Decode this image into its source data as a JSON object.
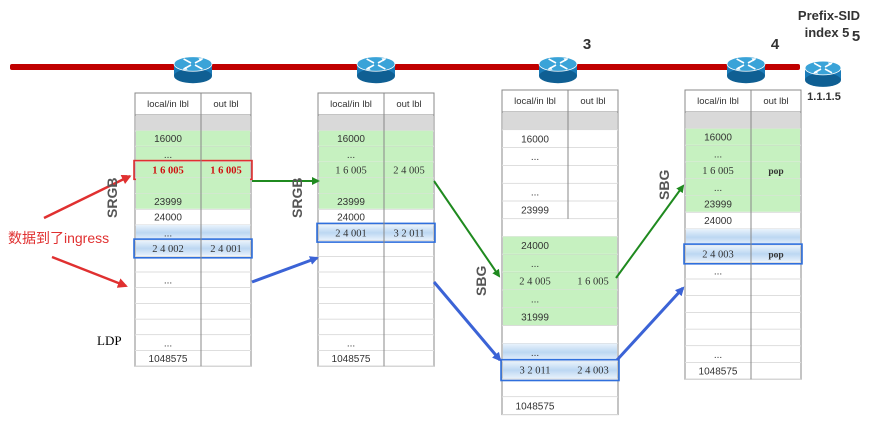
{
  "colors": {
    "link": "#c00000",
    "router_body": "#1a7bb8",
    "router_top": "#3aa3d8",
    "sr_band": "#c6f1c0",
    "grey_band": "#d9d9d9",
    "highlight_blue": "#cfe3f7",
    "red_box": "#e03030",
    "blue_box": "#2f6fdd",
    "green_arrow": "#1f8a1f",
    "blue_arrow": "#3b63d6",
    "red_arrow": "#e03030"
  },
  "header": {
    "col_in": "local/in lbl",
    "col_out": "out lbl"
  },
  "labels": {
    "srgb": "SRGB",
    "sbg": "SBG",
    "ldp": "LDP",
    "ingress_note": "数据到了ingress",
    "prefix_sid_line1": "Prefix-SID",
    "prefix_sid_line2": "index 5",
    "node_id": "1.1.1.5"
  },
  "routers": [
    {
      "id": "r1",
      "label": ""
    },
    {
      "id": "r2",
      "label": ""
    },
    {
      "id": "r3",
      "label": "3"
    },
    {
      "id": "r4",
      "label": "4"
    },
    {
      "id": "r5",
      "label": "5"
    }
  ],
  "tables": [
    {
      "band_label": "srgb",
      "rows": [
        {
          "in": "",
          "out": "",
          "band": "grey"
        },
        {
          "in": "16000",
          "out": "",
          "band": "sr"
        },
        {
          "in": "...",
          "out": "",
          "band": "sr"
        },
        {
          "in": "1 6 005",
          "out": "1 6 005",
          "band": "sr",
          "emph": "red",
          "box": "red"
        },
        {
          "in": "",
          "out": "",
          "band": "sr"
        },
        {
          "in": "23999",
          "out": "",
          "band": "sr"
        },
        {
          "in": "24000",
          "out": "",
          "band": "none"
        },
        {
          "in": "...",
          "out": "",
          "band": "blue"
        },
        {
          "in": "2 4 002",
          "out": "2 4 001",
          "band": "blue",
          "box": "blue"
        },
        {
          "in": "",
          "out": "",
          "band": "none"
        },
        {
          "in": "...",
          "out": "",
          "band": "none"
        },
        {
          "in": "",
          "out": "",
          "band": "none"
        },
        {
          "in": "",
          "out": "",
          "band": "none"
        },
        {
          "in": "",
          "out": "",
          "band": "none"
        },
        {
          "in": "...",
          "out": "",
          "band": "none"
        },
        {
          "in": "1048575",
          "out": "",
          "band": "none"
        }
      ]
    },
    {
      "band_label": "srgb",
      "rows": [
        {
          "in": "",
          "out": "",
          "band": "grey"
        },
        {
          "in": "16000",
          "out": "",
          "band": "sr"
        },
        {
          "in": "...",
          "out": "",
          "band": "sr"
        },
        {
          "in": "1 6 005",
          "out": "2 4 005",
          "band": "sr"
        },
        {
          "in": "",
          "out": "",
          "band": "sr"
        },
        {
          "in": "23999",
          "out": "",
          "band": "sr"
        },
        {
          "in": "24000",
          "out": "",
          "band": "none"
        },
        {
          "in": "2 4 001",
          "out": "3 2 011",
          "band": "blue",
          "box": "blue"
        },
        {
          "in": "",
          "out": "",
          "band": "none"
        },
        {
          "in": "",
          "out": "",
          "band": "none"
        },
        {
          "in": "",
          "out": "",
          "band": "none"
        },
        {
          "in": "",
          "out": "",
          "band": "none"
        },
        {
          "in": "",
          "out": "",
          "band": "none"
        },
        {
          "in": "",
          "out": "",
          "band": "none"
        },
        {
          "in": "...",
          "out": "",
          "band": "none"
        },
        {
          "in": "1048575",
          "out": "",
          "band": "none"
        }
      ]
    },
    {
      "band_label": "sbg",
      "rows": [
        {
          "in": "",
          "out": "",
          "band": "grey"
        },
        {
          "in": "16000",
          "out": "",
          "band": "none"
        },
        {
          "in": "...",
          "out": "",
          "band": "none"
        },
        {
          "in": "",
          "out": "",
          "band": "none"
        },
        {
          "in": "...",
          "out": "",
          "band": "none"
        },
        {
          "in": "23999",
          "out": "",
          "band": "none"
        },
        {
          "in": "",
          "out": "",
          "band": "none"
        },
        {
          "in": "24000",
          "out": "",
          "band": "sr"
        },
        {
          "in": "...",
          "out": "",
          "band": "sr"
        },
        {
          "in": "2 4 005",
          "out": "1 6 005",
          "band": "sr"
        },
        {
          "in": "...",
          "out": "",
          "band": "sr"
        },
        {
          "in": "31999",
          "out": "",
          "band": "sr"
        },
        {
          "in": "",
          "out": "",
          "band": "none"
        },
        {
          "in": "...",
          "out": "",
          "band": "blue"
        },
        {
          "in": "3 2 011",
          "out": "2 4 003",
          "band": "blue",
          "box": "blue"
        },
        {
          "in": "",
          "out": "",
          "band": "none"
        },
        {
          "in": "1048575",
          "out": "",
          "band": "none"
        }
      ]
    },
    {
      "band_label": "sbg",
      "rows": [
        {
          "in": "",
          "out": "",
          "band": "grey"
        },
        {
          "in": "16000",
          "out": "",
          "band": "sr"
        },
        {
          "in": "...",
          "out": "",
          "band": "sr"
        },
        {
          "in": "1 6 005",
          "out": "pop",
          "band": "sr"
        },
        {
          "in": "...",
          "out": "",
          "band": "sr"
        },
        {
          "in": "23999",
          "out": "",
          "band": "sr"
        },
        {
          "in": "24000",
          "out": "",
          "band": "none"
        },
        {
          "in": "",
          "out": "",
          "band": "blue"
        },
        {
          "in": "2 4 003",
          "out": "pop",
          "band": "blue",
          "box": "blue"
        },
        {
          "in": "...",
          "out": "",
          "band": "none"
        },
        {
          "in": "",
          "out": "",
          "band": "none"
        },
        {
          "in": "",
          "out": "",
          "band": "none"
        },
        {
          "in": "",
          "out": "",
          "band": "none"
        },
        {
          "in": "",
          "out": "",
          "band": "none"
        },
        {
          "in": "...",
          "out": "",
          "band": "none"
        },
        {
          "in": "1048575",
          "out": "",
          "band": "none"
        }
      ]
    }
  ]
}
